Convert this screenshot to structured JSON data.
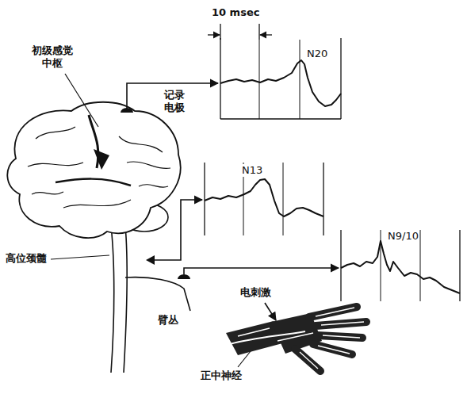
{
  "diagram": {
    "nodes": [
      {
        "text": [
          "N20"
        ]
      },
      {
        "text": [
          "N13"
        ]
      },
      {
        "text": [
          "N9/10"
        ]
      }
    ],
    "labels": [
      "10 msec",
      "初级感觉 中枢",
      "记录 电极",
      "高位颈髓",
      "电刺激",
      "臂丛",
      "正中神经"
    ]
  }
}
